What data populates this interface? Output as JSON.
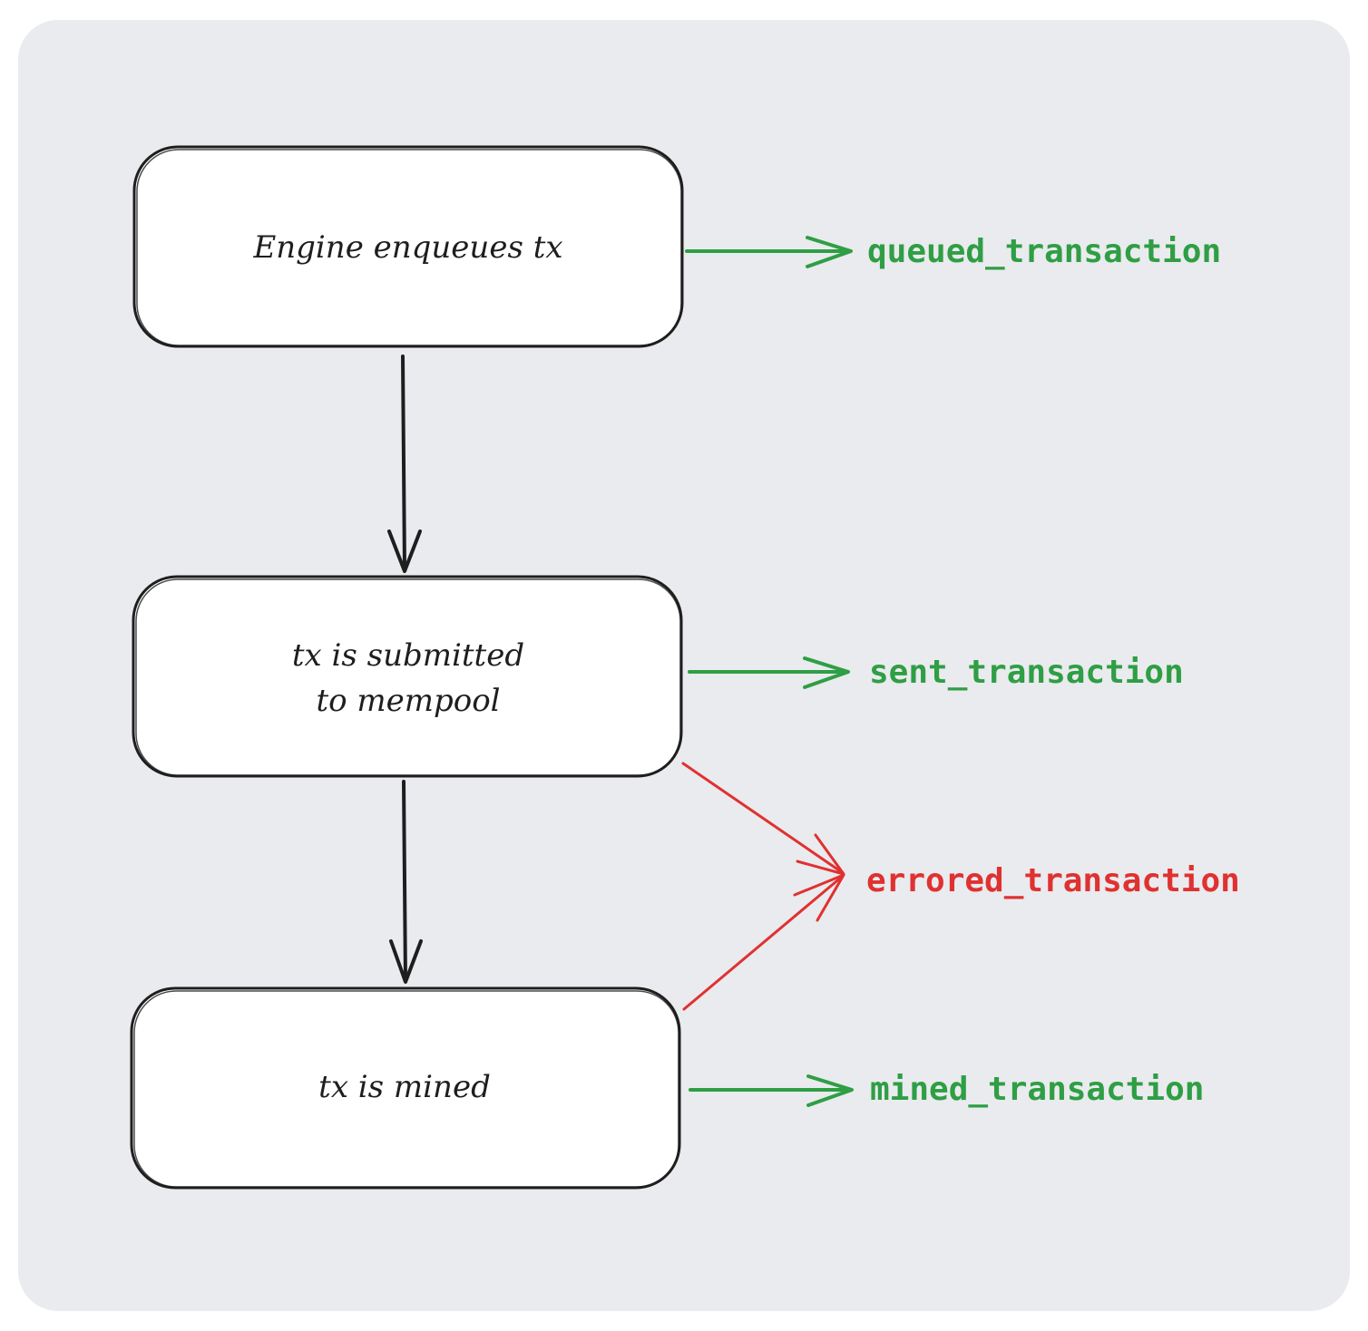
{
  "diagram": {
    "nodes": [
      {
        "id": "enqueue",
        "lines": [
          "Engine enqueues tx"
        ]
      },
      {
        "id": "submitted",
        "lines": [
          "tx is submitted",
          "to mempool"
        ]
      },
      {
        "id": "mined",
        "lines": [
          "tx is mined"
        ]
      }
    ],
    "events": [
      {
        "id": "queued",
        "label": "queued_transaction",
        "status": "success"
      },
      {
        "id": "sent",
        "label": "sent_transaction",
        "status": "success"
      },
      {
        "id": "errored",
        "label": "errored_transaction",
        "status": "error"
      },
      {
        "id": "mined",
        "label": "mined_transaction",
        "status": "success"
      }
    ],
    "colors": {
      "background": "#e9ebee",
      "node_fill": "#ffffff",
      "node_stroke": "#1e1e1e",
      "success": "#2f9e44",
      "error": "#e03131"
    }
  }
}
